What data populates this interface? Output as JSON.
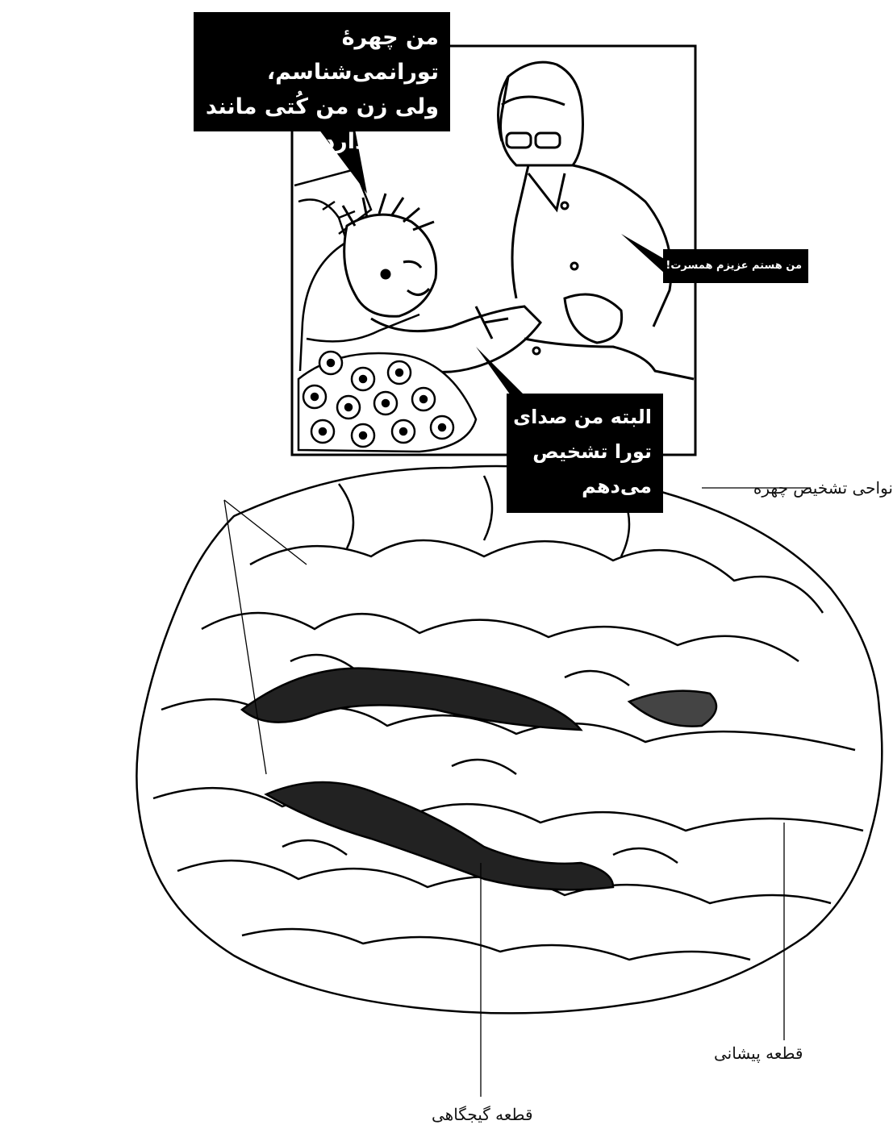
{
  "panel": {
    "bubbles": {
      "patient_lines": [
        "من چهرهٔ تورانمی‌شناسم،",
        "ولی زن من کُتی مانند",
        "کت تو دارد"
      ],
      "wife_line": "من هستم عزیزم همسرت!",
      "patient_voice_lines": [
        "البته من صدای",
        "تورا تشخیص",
        "می‌دهم"
      ]
    }
  },
  "brain": {
    "labels": {
      "face_areas": "نواحی تشخیص چهره",
      "frontal_lobe": "قطعه پیشانی",
      "temporal_lobe": "قطعه گیجگاهی"
    }
  },
  "colors": {
    "ink": "#000000",
    "paper": "#ffffff"
  }
}
